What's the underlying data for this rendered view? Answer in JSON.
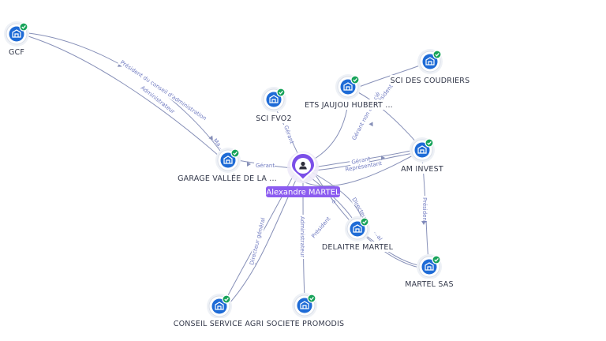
{
  "person": {
    "name": "Alexandre MARTEL",
    "icon": "person-icon",
    "color": "#7b4fe8"
  },
  "companies": [
    {
      "id": "gcf",
      "label": "GCF",
      "icon": "building-icon",
      "status": "check-icon"
    },
    {
      "id": "scifvo2",
      "label": "SCI FVO2",
      "icon": "building-icon",
      "status": "check-icon"
    },
    {
      "id": "etsjaujou",
      "label": "ETS JAUJOU HUBERT ...",
      "icon": "building-icon",
      "status": "check-icon"
    },
    {
      "id": "scicoudriers",
      "label": "SCI DES COUDRIERS",
      "icon": "building-icon",
      "status": "check-icon"
    },
    {
      "id": "garage",
      "label": "GARAGE VALLÉE DE LA ...",
      "icon": "building-icon",
      "status": "check-icon"
    },
    {
      "id": "aminvest",
      "label": "AM INVEST",
      "icon": "building-icon",
      "status": "check-icon"
    },
    {
      "id": "delaitre",
      "label": "DELAITRE MARTEL",
      "icon": "building-icon",
      "status": "check-icon"
    },
    {
      "id": "martelsas",
      "label": "MARTEL SAS",
      "icon": "building-icon",
      "status": "check-icon"
    },
    {
      "id": "conseil",
      "label": "CONSEIL SERVICE AGRI",
      "icon": "building-icon",
      "status": "check-icon"
    },
    {
      "id": "promodis",
      "label": "SOCIETE PROMODIS",
      "icon": "building-icon",
      "status": "check-icon"
    }
  ],
  "relations": [
    {
      "id": "gcf-garage-1",
      "label": "Président du conseil d'administration"
    },
    {
      "id": "gcf-garage-2",
      "label": "Administrateur"
    },
    {
      "id": "gcf-garage-3",
      "label": "Ma..."
    },
    {
      "id": "p-scifvo2",
      "label": "Gérant"
    },
    {
      "id": "p-garage",
      "label": "Gérant"
    },
    {
      "id": "p-etsjaujou",
      "label": "Gérant non associé"
    },
    {
      "id": "etsjaujou-aminvest",
      "label": "Président"
    },
    {
      "id": "p-aminvest-1",
      "label": "Gérant"
    },
    {
      "id": "p-aminvest-2",
      "label": "Représentant"
    },
    {
      "id": "aminvest-martelsas",
      "label": "Président"
    },
    {
      "id": "p-delaitre-1",
      "label": "Directeur"
    },
    {
      "id": "p-delaitre-2",
      "label": "Président"
    },
    {
      "id": "p-delaitre-3",
      "label": "...e"
    },
    {
      "id": "delaitre-martelsas",
      "label": "...al"
    },
    {
      "id": "p-promodis",
      "label": "Administrateur"
    },
    {
      "id": "p-conseil",
      "label": "Directeur général"
    }
  ],
  "colors": {
    "edge": "#8790b8",
    "edge_label": "#6f7ac0",
    "company": "#1e6bd6",
    "check": "#17a35a",
    "person_tag": "#8c5cf0"
  }
}
